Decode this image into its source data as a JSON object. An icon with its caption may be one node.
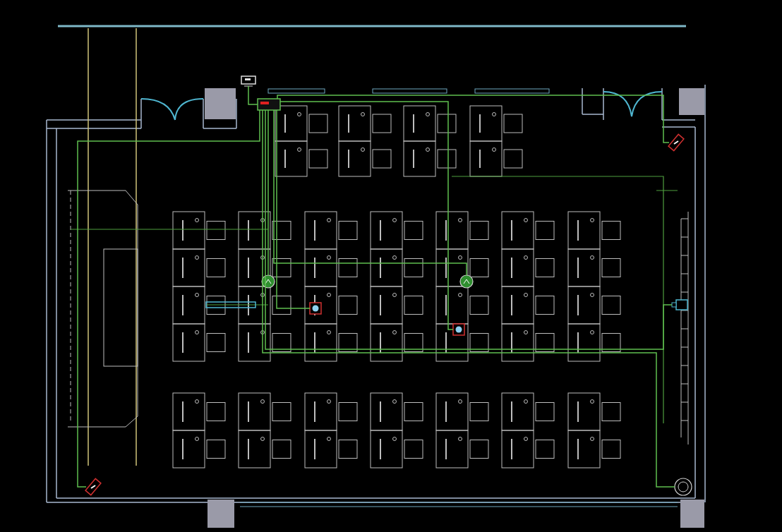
{
  "diagram": {
    "nodes": [
      {
        "text": [],
        "shape": "picture"
      },
      {
        "text": [],
        "shape": "box"
      },
      {
        "text": [],
        "shape": "box"
      },
      {
        "text": [],
        "shape": "circle"
      },
      {
        "text": [],
        "shape": "circle"
      },
      {
        "text": [],
        "shape": "box"
      },
      {
        "text": [],
        "shape": "box"
      },
      {
        "text": [],
        "shape": "box"
      },
      {
        "text": [],
        "shape": "circle"
      },
      {
        "text": [],
        "shape": "box"
      }
    ],
    "edges": [
      {
        "from": 0,
        "to": 1,
        "arrow": "none"
      },
      {
        "from": 1,
        "to": 2,
        "arrow": "none"
      },
      {
        "from": 1,
        "to": 3,
        "arrow": "none"
      },
      {
        "from": 1,
        "to": 4,
        "arrow": "none"
      },
      {
        "from": 1,
        "to": 5,
        "arrow": "none"
      },
      {
        "from": 1,
        "to": 6,
        "arrow": "none"
      },
      {
        "from": 1,
        "to": 7,
        "arrow": "none"
      },
      {
        "from": 1,
        "to": 8,
        "arrow": "none"
      },
      {
        "from": 1,
        "to": 9,
        "arrow": "none"
      }
    ]
  }
}
